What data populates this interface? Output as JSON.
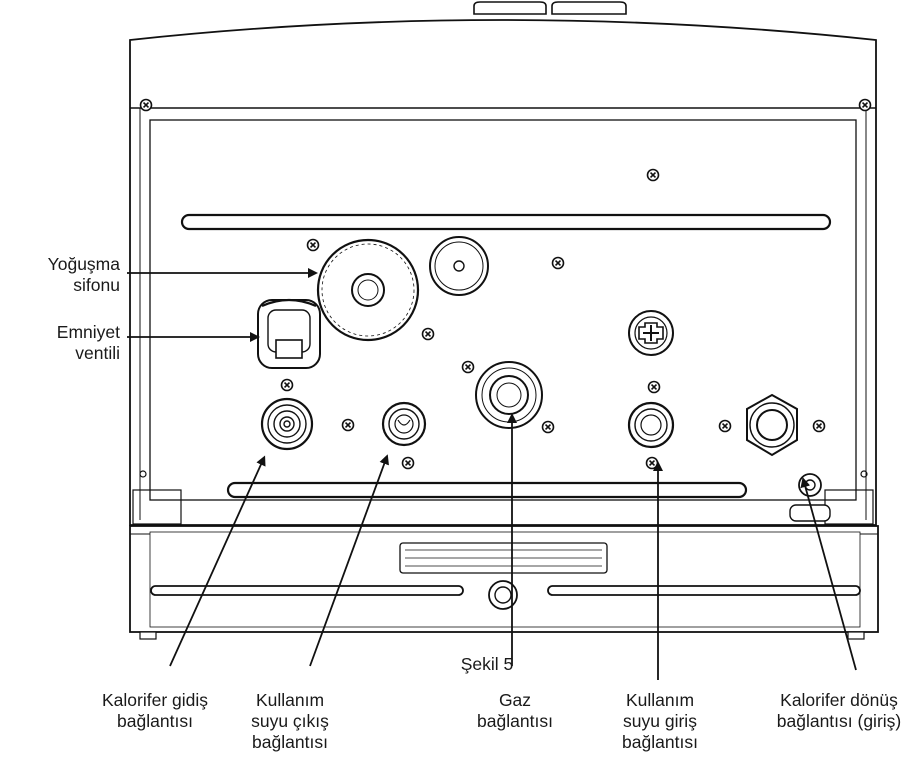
{
  "figure": {
    "caption": "Şekil 5"
  },
  "labels": {
    "yogusma_sifonu": [
      "Yoğuşma",
      "sifonu"
    ],
    "emniyet_ventili": [
      "Emniyet",
      "ventili"
    ],
    "kalorifer_gidis": [
      "Kalorifer gidiş",
      "bağlantısı"
    ],
    "kullanim_suyu_cikis": [
      "Kullanım",
      "suyu çıkış",
      "bağlantısı"
    ],
    "gaz": [
      "Gaz",
      "bağlantısı"
    ],
    "kullanim_suyu_giris": [
      "Kullanım",
      "suyu giriş",
      "bağlantısı"
    ],
    "kalorifer_donus": [
      "Kalorifer dönüş",
      "bağlantısı (giriş)"
    ]
  }
}
